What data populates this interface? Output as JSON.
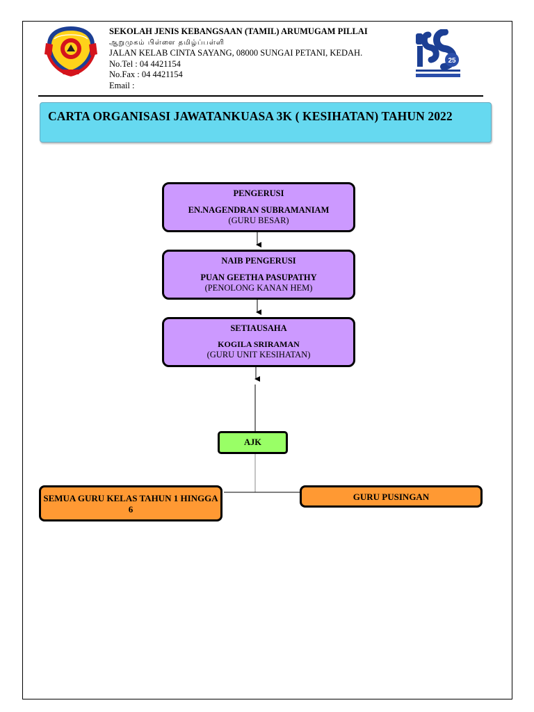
{
  "header": {
    "school_name": "SEKOLAH JENIS KEBANGSAAN (TAMIL) ARUMUGAM PILLAI",
    "school_name_tamil": "ஆறுமுகம் பிள்ளை தமிழ்ப்பள்ளி",
    "address": "JALAN KELAB CINTA SAYANG, 08000  SUNGAI PETANI, KEDAH.",
    "tel": "No.Tel : 04 4421154",
    "fax": "No.Fax : 04 4421154",
    "email": "Email :"
  },
  "title": "CARTA ORGANISASI JAWATANKUASA 3K ( KESIHATAN)  TAHUN 2022",
  "org": {
    "chair": {
      "role": "PENGERUSI",
      "person": "EN.NAGENDRAN SUBRAMANIAM",
      "position": "(GURU BESAR)"
    },
    "vice": {
      "role": "NAIB PENGERUSI",
      "person": "PUAN GEETHA PASUPATHY",
      "position": "(PENOLONG KANAN HEM)"
    },
    "secretary": {
      "role": "SETIAUSAHA",
      "person": "KOGILA SRIRAMAN",
      "position": "(GURU UNIT KESIHATAN)"
    },
    "ajk": "AJK",
    "left_group": "SEMUA GURU KELAS TAHUN 1 HINGGA 6",
    "right_group": "GURU PUSINGAN"
  },
  "logos": {
    "school_logo": "school-crest-icon",
    "brand_logo": "ts25-program-logo-icon",
    "brand_number": "25"
  },
  "colors": {
    "banner": "#66d9f0",
    "officer_box": "#cc99ff",
    "ajk_box": "#99ff66",
    "group_box": "#ff9933"
  }
}
